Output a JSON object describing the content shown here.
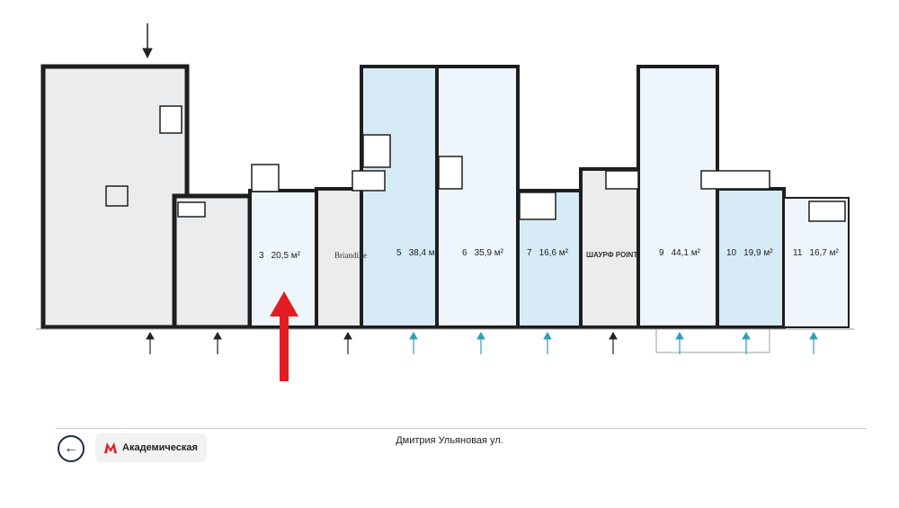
{
  "units": [
    {
      "num": "3",
      "area": "20,5 м²",
      "highlighted": false
    },
    {
      "num": "5",
      "area": "38,4 м²",
      "highlighted": true
    },
    {
      "num": "6",
      "area": "35,9 м²",
      "highlighted": false
    },
    {
      "num": "7",
      "area": "16,6 м²",
      "highlighted": true
    },
    {
      "num": "9",
      "area": "44,1 м²",
      "highlighted": false
    },
    {
      "num": "10",
      "area": "19,9 м²",
      "highlighted": true
    },
    {
      "num": "11",
      "area": "16,7 м²",
      "highlighted": false
    }
  ],
  "tenants": {
    "brandille": "Briandille",
    "shawarma": "ШАУРФ POINT"
  },
  "street": {
    "name": "Дмитрия Ульяновая ул."
  },
  "metro": {
    "station": "Академическая",
    "icon": "metro-m-icon"
  },
  "nav": {
    "back_icon": "arrow-left-icon",
    "back_glyph": "←"
  },
  "colors": {
    "wall": "#1e1e1e",
    "room_fill": "#ebeced",
    "available_fill": "#d6ebf6",
    "available_light_fill": "#eef6fb",
    "entrance_arrow_dark": "#222222",
    "entrance_arrow_blue": "#2f9fb8",
    "highlight_arrow": "#e11d22",
    "metro_red": "#e11d22"
  }
}
